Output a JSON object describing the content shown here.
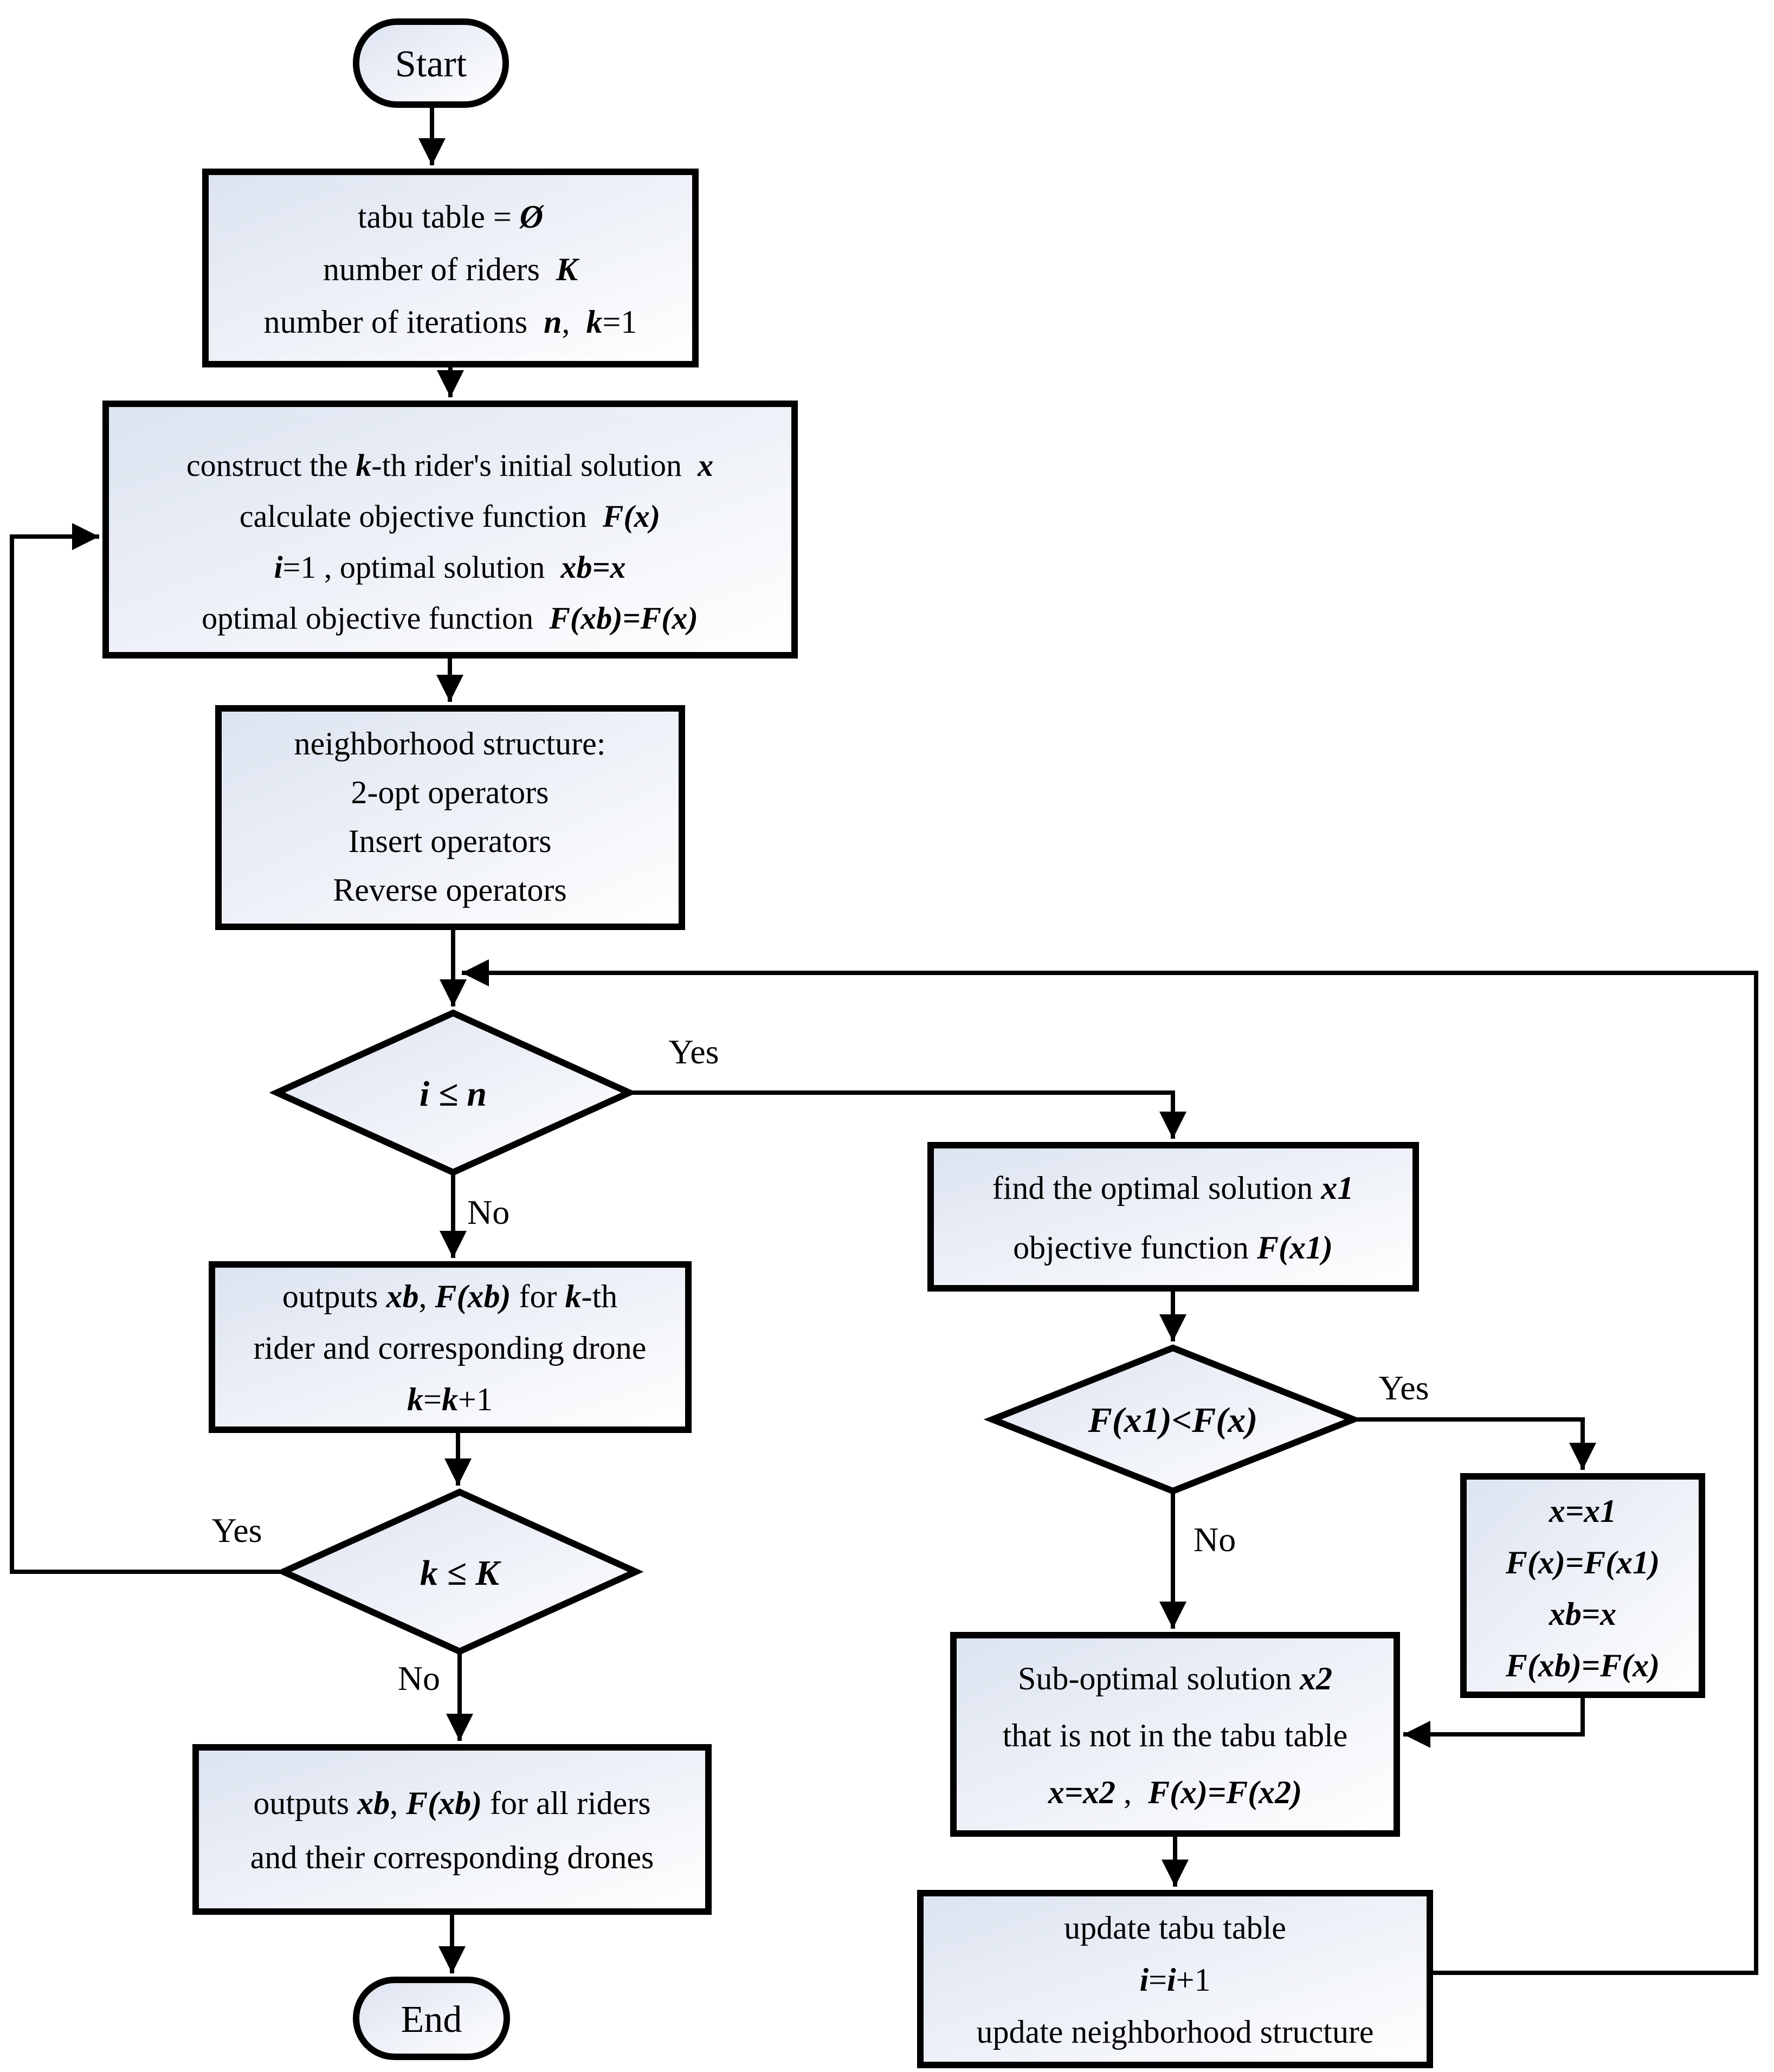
{
  "colors": {
    "node_fill_from": "#dce3f0",
    "node_fill_to": "#ffffff",
    "line": "#000000"
  },
  "nodes": {
    "start": {
      "label": "Start"
    },
    "end": {
      "label": "End"
    },
    "init": {
      "lines": [
        [
          {
            "t": "tabu table = ",
            "m": false
          },
          {
            "t": "Ø",
            "m": true
          }
        ],
        [
          {
            "t": "number of riders  ",
            "m": false
          },
          {
            "t": "K",
            "m": true
          }
        ],
        [
          {
            "t": "number of iterations  ",
            "m": false
          },
          {
            "t": "n",
            "m": true
          },
          {
            "t": ",  ",
            "m": false
          },
          {
            "t": "k",
            "m": true
          },
          {
            "t": "=1",
            "m": false
          }
        ]
      ]
    },
    "construct": {
      "lines": [
        [
          {
            "t": "construct the ",
            "m": false
          },
          {
            "t": "k",
            "m": true
          },
          {
            "t": "-th rider's initial solution  ",
            "m": false
          },
          {
            "t": "x",
            "m": true
          }
        ],
        [
          {
            "t": "calculate objective function  ",
            "m": false
          },
          {
            "t": "F(x)",
            "m": true
          }
        ],
        [
          {
            "t": "i",
            "m": true
          },
          {
            "t": "=1 , optimal solution  ",
            "m": false
          },
          {
            "t": "xb=x",
            "m": true
          }
        ],
        [
          {
            "t": "optimal objective function  ",
            "m": false
          },
          {
            "t": "F(xb)=F(x)",
            "m": true
          }
        ]
      ]
    },
    "neighborhood": {
      "lines": [
        [
          {
            "t": "neighborhood structure:",
            "m": false
          }
        ],
        [
          {
            "t": "2-opt operators",
            "m": false
          }
        ],
        [
          {
            "t": "Insert operators",
            "m": false
          }
        ],
        [
          {
            "t": "Reverse operators",
            "m": false
          }
        ]
      ]
    },
    "iter_check": {
      "label": [
        {
          "t": "i ≤ n",
          "m": true
        }
      ]
    },
    "outputs_kth": {
      "lines": [
        [
          {
            "t": "outputs ",
            "m": false
          },
          {
            "t": "xb",
            "m": true
          },
          {
            "t": ", ",
            "m": false
          },
          {
            "t": "F(xb)",
            "m": true
          },
          {
            "t": " for ",
            "m": false
          },
          {
            "t": "k",
            "m": true
          },
          {
            "t": "-th",
            "m": false
          }
        ],
        [
          {
            "t": "rider and corresponding drone",
            "m": false
          }
        ],
        [
          {
            "t": "k",
            "m": true
          },
          {
            "t": "=",
            "m": false
          },
          {
            "t": "k",
            "m": true
          },
          {
            "t": "+1",
            "m": false
          }
        ]
      ]
    },
    "rider_check": {
      "label": [
        {
          "t": "k ≤ K",
          "m": true
        }
      ]
    },
    "outputs_all": {
      "lines": [
        [
          {
            "t": "outputs ",
            "m": false
          },
          {
            "t": "xb",
            "m": true
          },
          {
            "t": ", ",
            "m": false
          },
          {
            "t": "F(xb)",
            "m": true
          },
          {
            "t": " for all riders",
            "m": false
          }
        ],
        [
          {
            "t": "and their corresponding drones",
            "m": false
          }
        ]
      ]
    },
    "find_optimal": {
      "lines": [
        [
          {
            "t": "find the optimal solution ",
            "m": false
          },
          {
            "t": "x1",
            "m": true
          }
        ],
        [
          {
            "t": "objective function ",
            "m": false
          },
          {
            "t": "F(x1)",
            "m": true
          }
        ]
      ]
    },
    "compare": {
      "label": [
        {
          "t": "F(x1)<F(x)",
          "m": true
        }
      ]
    },
    "accept": {
      "lines": [
        [
          {
            "t": "x=x1",
            "m": true
          }
        ],
        [
          {
            "t": "F(x)=F(x1)",
            "m": true
          }
        ],
        [
          {
            "t": "xb=x",
            "m": true
          }
        ],
        [
          {
            "t": "F(xb)=F(x)",
            "m": true
          }
        ]
      ]
    },
    "suboptimal": {
      "lines": [
        [
          {
            "t": "Sub-optimal solution ",
            "m": false
          },
          {
            "t": "x2",
            "m": true
          }
        ],
        [
          {
            "t": "that is not in the tabu table",
            "m": false
          }
        ],
        [
          {
            "t": "x=x2",
            "m": true
          },
          {
            "t": " ,  ",
            "m": false
          },
          {
            "t": "F(x)=F(x2)",
            "m": true
          }
        ]
      ]
    },
    "update": {
      "lines": [
        [
          {
            "t": "update tabu table",
            "m": false
          }
        ],
        [
          {
            "t": "i",
            "m": true
          },
          {
            "t": "=",
            "m": false
          },
          {
            "t": "i",
            "m": true
          },
          {
            "t": "+1",
            "m": false
          }
        ],
        [
          {
            "t": "update neighborhood structure",
            "m": false
          }
        ]
      ]
    }
  },
  "edge_labels": {
    "iteration_yes": "Yes",
    "iteration_no": "No",
    "rider_yes": "Yes",
    "rider_no": "No",
    "compare_yes": "Yes",
    "compare_no": "No"
  }
}
